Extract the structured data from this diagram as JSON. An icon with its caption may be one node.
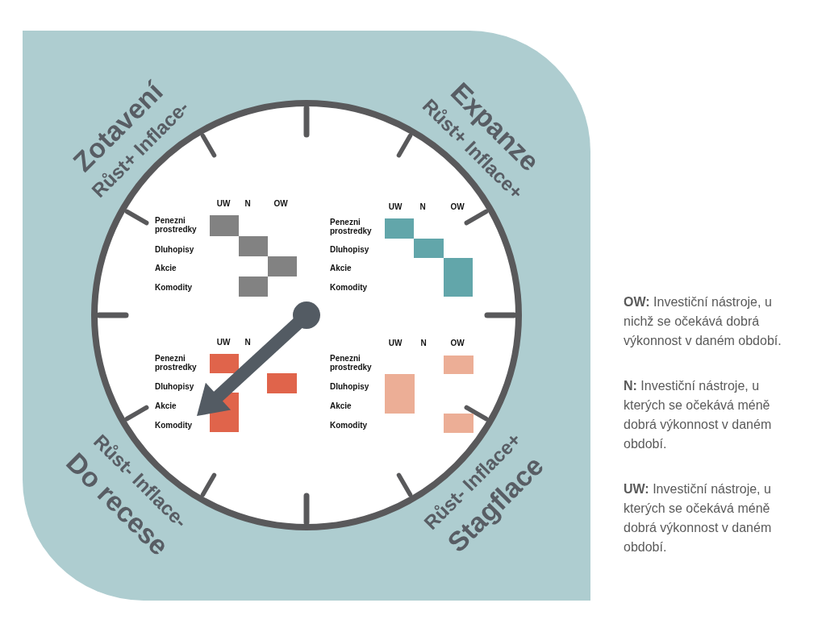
{
  "diagram": {
    "nodes": [
      {
        "text": [],
        "shape": "box"
      },
      {
        "text": [
          "Zotavení",
          "Růst+ Inflace-",
          "Expanze",
          "Růst+ Inflace+",
          "UW",
          "N",
          "OW",
          "Penezni prostredky",
          "Dluhopisy",
          "Akcie",
          "Komodity",
          "UW",
          "N",
          "OW",
          "Penezni prostredky",
          "Dluhopisy",
          "Akcie",
          "Komodity",
          "UW",
          "N",
          "Penezni prostredky",
          "Dluhopisy",
          "Akcie",
          "Komodity",
          "UW",
          "N",
          "OW",
          "Penezni prostredky",
          "Dluhopisy",
          "Akcie",
          "Komodity",
          "Růst- Inflace-",
          "Do recese",
          "Růst- Inflace+",
          "Stagflace"
        ],
        "in": 0
      },
      {
        "text": [],
        "shape": "box",
        "in": 1
      },
      {
        "text": [],
        "shape": "box",
        "in": 1
      },
      {
        "text": [],
        "shape": "box",
        "in": 1
      },
      {
        "text": [],
        "shape": "box",
        "in": 1
      },
      {
        "text": [],
        "shape": "box",
        "in": 1
      },
      {
        "text": [],
        "shape": "box",
        "in": 1
      },
      {
        "text": [],
        "shape": "box",
        "in": 1
      },
      {
        "text": [],
        "shape": "box",
        "in": 1
      },
      {
        "text": [],
        "shape": "box",
        "in": 1
      },
      {
        "text": [],
        "shape": "box",
        "in": 1
      },
      {
        "text": [],
        "shape": "box",
        "in": 1
      },
      {
        "text": [],
        "shape": "box",
        "in": 1
      },
      {
        "text": [],
        "shape": "box",
        "in": 1
      }
    ],
    "labels": [
      "**OW:** Investiční nástroje, u nichž se očekává dobrá výkonnost v daném období.",
      "**N:** Investiční nástroje, u kterých se očekává méně dobrá výkonnost v daném období.",
      "**UW:** Investiční nástroje, u kterých se očekává méně dobrá výkonnost v daném období."
    ]
  }
}
